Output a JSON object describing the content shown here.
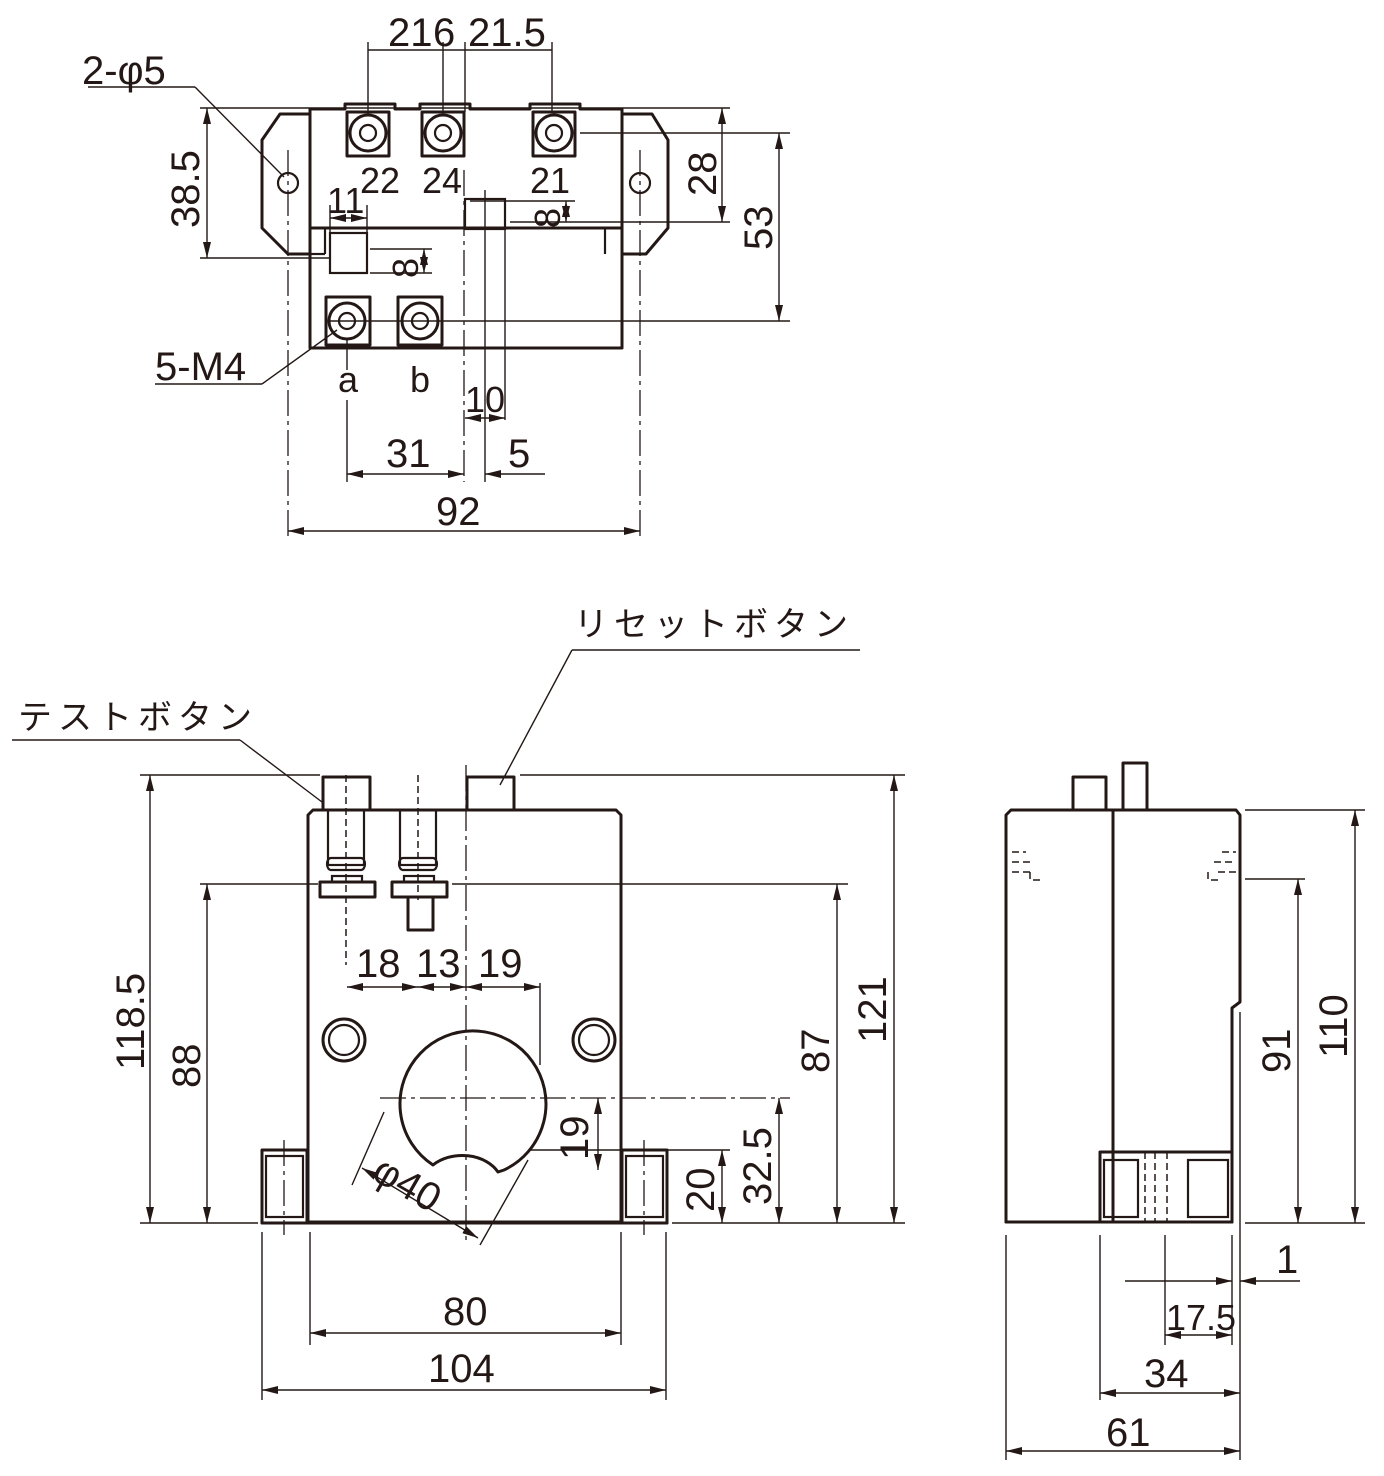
{
  "top_view": {
    "mount_holes_label": "2-φ5",
    "screws_label": "5-M4",
    "terminals": {
      "t22": "22",
      "t24": "24",
      "t21": "21",
      "ta": "a",
      "tb": "b"
    },
    "dims": {
      "d21": "21",
      "d6": "6",
      "d21_5": "21.5",
      "d38_5": "38.5",
      "d11": "11",
      "d8a": "8",
      "d8b": "8",
      "d28": "28",
      "d53": "53",
      "d10": "10",
      "d31": "31",
      "d5": "5",
      "d92": "92"
    }
  },
  "front_view": {
    "test_button_label": "テストボタン",
    "reset_button_label": "リセットボタン",
    "dims": {
      "d118_5": "118.5",
      "d88": "88",
      "d18": "18",
      "d13": "13",
      "d19a": "19",
      "d87": "87",
      "d121": "121",
      "d19b": "19",
      "d20": "20",
      "d32_5": "32.5",
      "dia40": "φ40",
      "d80": "80",
      "d104": "104"
    }
  },
  "side_view": {
    "dims": {
      "d91": "91",
      "d110": "110",
      "d1": "1",
      "d17_5": "17.5",
      "d34": "34",
      "d61": "61"
    }
  }
}
